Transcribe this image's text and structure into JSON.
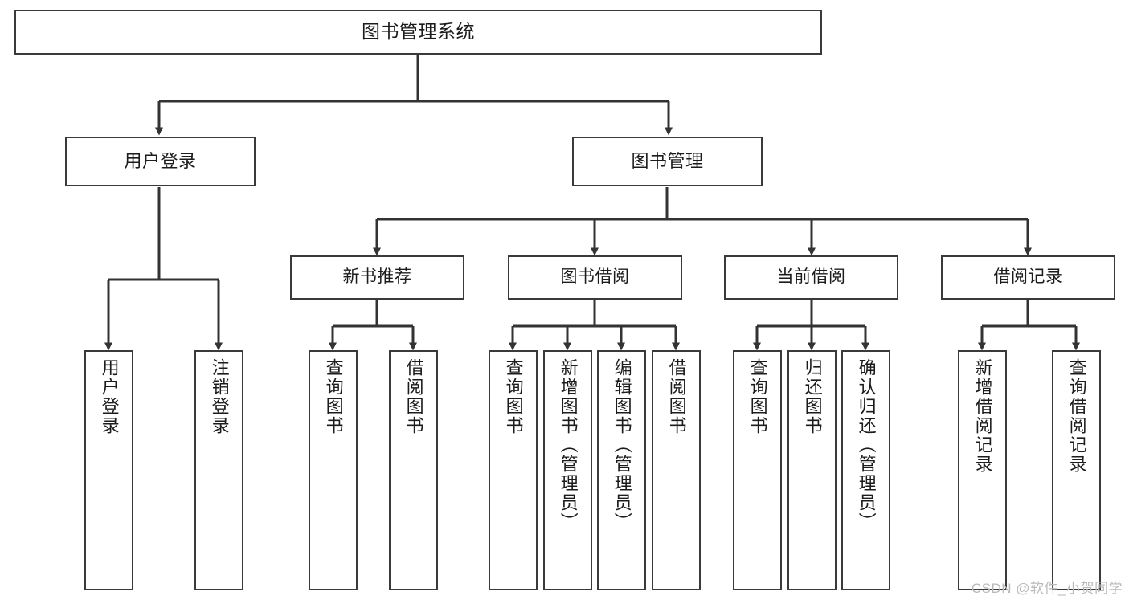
{
  "diagram": {
    "title": "图书管理系统",
    "type": "hierarchy-tree",
    "watermark": "CSDN @软件_小贺同学",
    "colors": {
      "background": "#ffffff",
      "box_border": "#3a3a3a",
      "box_fill": "#ffffff",
      "connector": "#333333",
      "text": "#1c1c1c",
      "watermark": "#b9b9b9"
    },
    "nodes": {
      "root": {
        "label": "图书管理系统"
      },
      "level2": [
        {
          "label": "用户登录"
        },
        {
          "label": "图书管理"
        }
      ],
      "level3": [
        {
          "label": "新书推荐"
        },
        {
          "label": "图书借阅"
        },
        {
          "label": "当前借阅"
        },
        {
          "label": "借阅记录"
        }
      ],
      "leaves": [
        {
          "label": "用户登录",
          "parent": "用户登录"
        },
        {
          "label": "注销登录",
          "parent": "用户登录"
        },
        {
          "label": "查询图书",
          "parent": "新书推荐"
        },
        {
          "label": "借阅图书",
          "parent": "新书推荐"
        },
        {
          "label": "查询图书",
          "parent": "图书借阅"
        },
        {
          "label": "新增图书（管理员）",
          "parent": "图书借阅"
        },
        {
          "label": "编辑图书（管理员）",
          "parent": "图书借阅"
        },
        {
          "label": "借阅图书",
          "parent": "图书借阅"
        },
        {
          "label": "查询图书",
          "parent": "当前借阅"
        },
        {
          "label": "归还图书",
          "parent": "当前借阅"
        },
        {
          "label": "确认归还（管理员）",
          "parent": "当前借阅"
        },
        {
          "label": "新增借阅记录",
          "parent": "借阅记录"
        },
        {
          "label": "查询借阅记录",
          "parent": "借阅记录"
        }
      ]
    }
  }
}
